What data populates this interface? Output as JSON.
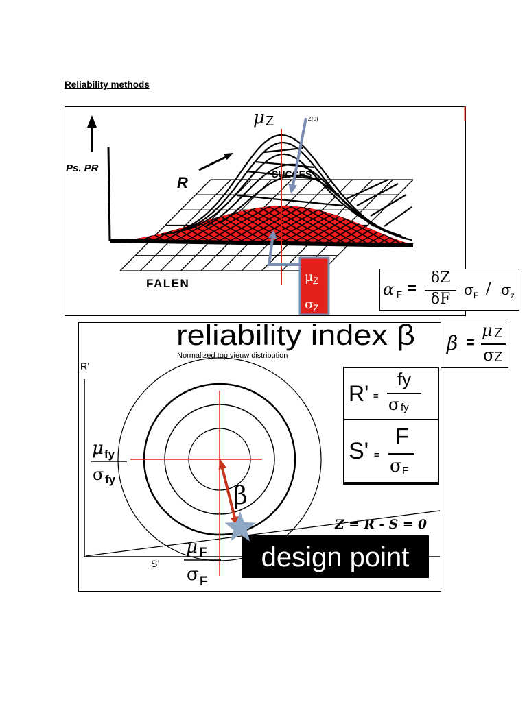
{
  "heading": "Reliability methods",
  "sketch": {
    "axis_label": "Ps. PR",
    "r_label": "R",
    "success_label": "SUCCES",
    "failure_label": "FALEN",
    "mu_z": {
      "symbol": "μ",
      "sub": "Z"
    },
    "z0_label": "Z(0)",
    "marker_box": {
      "mu": {
        "symbol": "μ",
        "sub": "Z"
      },
      "sigma": {
        "symbol": "σ",
        "sub": "Z"
      }
    }
  },
  "alpha_formula": {
    "lhs": {
      "symbol": "α",
      "sub": "F"
    },
    "equals": "=",
    "numerator": "δZ",
    "denominator": "δF",
    "sigma_f": {
      "symbol": "σ",
      "sub": "F"
    },
    "slash": "/",
    "sigma_z": {
      "symbol": "σ",
      "sub": "z"
    }
  },
  "beta_formula": {
    "lhs": "β",
    "equals": "=",
    "numerator": {
      "symbol": "μ",
      "sub": "Z"
    },
    "denominator": {
      "symbol": "σ",
      "sub": "Z"
    }
  },
  "index_figure": {
    "title": "reliability index β",
    "subtitle": "Normalized top vieuw distribution",
    "y_axis_label": "R’",
    "x_axis_label": "S’",
    "center_r": {
      "numerator": {
        "symbol": "μ",
        "sub": "fy"
      },
      "denominator": {
        "symbol": "σ",
        "sub": "fy"
      }
    },
    "center_s": {
      "numerator": {
        "symbol": "μ",
        "sub": "F"
      },
      "denominator": {
        "symbol": "σ",
        "sub": "F"
      }
    },
    "beta_label": "β",
    "limit_state": "Z = R - S = 0",
    "design_point": "design point"
  },
  "r_formula": {
    "lhs": "R'",
    "equals": "=",
    "numerator": "fy",
    "denominator": {
      "symbol": "σ",
      "sub": "fy"
    }
  },
  "s_formula": {
    "lhs": "S'",
    "equals": "=",
    "numerator": "F",
    "denominator": {
      "symbol": "σ",
      "sub": "F"
    }
  },
  "icons": [
    "up-arrow-icon",
    "right-arrow-icon",
    "pointer-arrow-icon",
    "star-icon"
  ],
  "colors": {
    "red": "#e3221b",
    "surface_red": "#ee1c1c",
    "arrow": "#c4361d",
    "blue_gray": "#7b8cb3",
    "star": "#8fa8c6"
  }
}
